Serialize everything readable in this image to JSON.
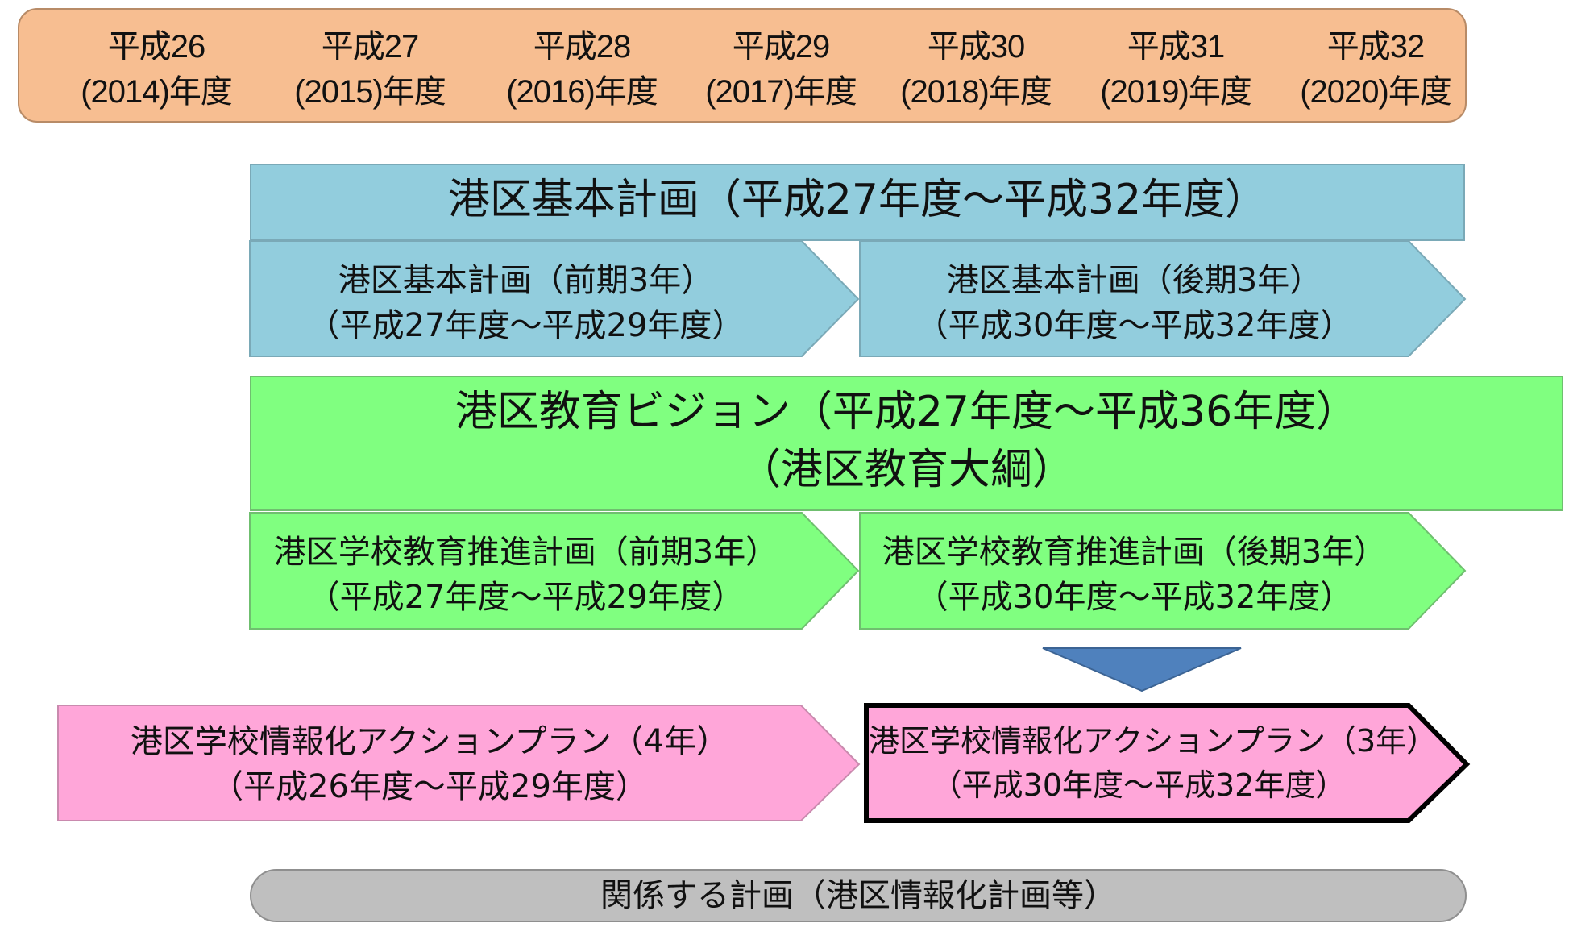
{
  "years": [
    {
      "era": "平成26",
      "ad": "(2014)年度"
    },
    {
      "era": "平成27",
      "ad": "(2015)年度"
    },
    {
      "era": "平成28",
      "ad": "(2016)年度"
    },
    {
      "era": "平成29",
      "ad": "(2017)年度"
    },
    {
      "era": "平成30",
      "ad": "(2018)年度"
    },
    {
      "era": "平成31",
      "ad": "(2019)年度"
    },
    {
      "era": "平成32",
      "ad": "(2020)年度"
    }
  ],
  "basic_plan": {
    "title": "港区基本計画（平成27年度～平成32年度）",
    "first": {
      "line1": "港区基本計画（前期3年）",
      "line2": "（平成27年度～平成29年度）"
    },
    "second": {
      "line1": "港区基本計画（後期3年）",
      "line2": "（平成30年度～平成32年度）"
    }
  },
  "vision": {
    "line1": "港区教育ビジョン（平成27年度～平成36年度）",
    "line2": "（港区教育大綱）",
    "first": {
      "line1": "港区学校教育推進計画（前期3年）",
      "line2": "（平成27年度～平成29年度）"
    },
    "second": {
      "line1": "港区学校教育推進計画（後期3年）",
      "line2": "（平成30年度～平成32年度）"
    }
  },
  "action_plan": {
    "first": {
      "line1": "港区学校情報化アクションプラン（4年）",
      "line2": "（平成26年度～平成29年度）"
    },
    "second": {
      "line1": "港区学校情報化アクションプラン（3年）",
      "line2": "（平成30年度～平成32年度）"
    }
  },
  "related": "関係する計画（港区情報化計画等）",
  "colors": {
    "year_bar": "#f7be91",
    "basic_plan": "#92cddd",
    "vision": "#80ff80",
    "action_plan": "#ffa6d9",
    "related": "#bfbfbf",
    "down_arrow": "#4f81bd"
  }
}
